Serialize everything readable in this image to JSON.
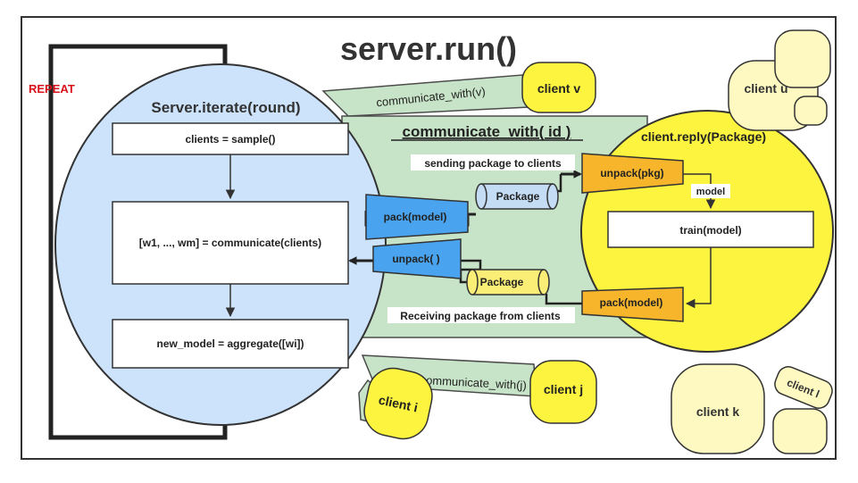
{
  "title": "server.run()",
  "repeat_label": "REPEAT",
  "server": {
    "title": "Server.iterate(round)",
    "step_sample": "clients = sample()",
    "step_communicate": "[w1,  ..., wm] = communicate(clients)",
    "step_aggregate": "new_model = aggregate([wi])"
  },
  "channel": {
    "title": "communicate_with( id )",
    "sending_label": "sending package to clients",
    "receiving_label": "Receiving package from clients",
    "pack_label": "pack(model)",
    "unpack_label": "unpack( )",
    "package_out_label": "Package",
    "package_in_label": "Package"
  },
  "client_reply": {
    "title": "client.reply(Package)",
    "unpack_label": "unpack(pkg)",
    "model_label": "model",
    "train_label": "train(model)",
    "pack_label": "pack(model)"
  },
  "other_clients": {
    "v_label": "client v",
    "u_label": "client u",
    "i_label": "client i",
    "j_label": "client j",
    "k_label": "client k",
    "l_label": "client l",
    "link_v_label": "communicate_with(v)",
    "link_j_label": "communicate_with(j)"
  },
  "colors": {
    "server_fill": "#cce3fb",
    "channel_fill": "#c8e4c8",
    "client_fill": "#fcf43e",
    "idle_client_fill": "#fdf9c0",
    "pack_fill": "#4aa3ee",
    "client_op_fill": "#f7b52c",
    "package_out_fill": "#c5dcf5",
    "package_in_fill": "#fbee76",
    "repeat_color": "#d9131b"
  }
}
